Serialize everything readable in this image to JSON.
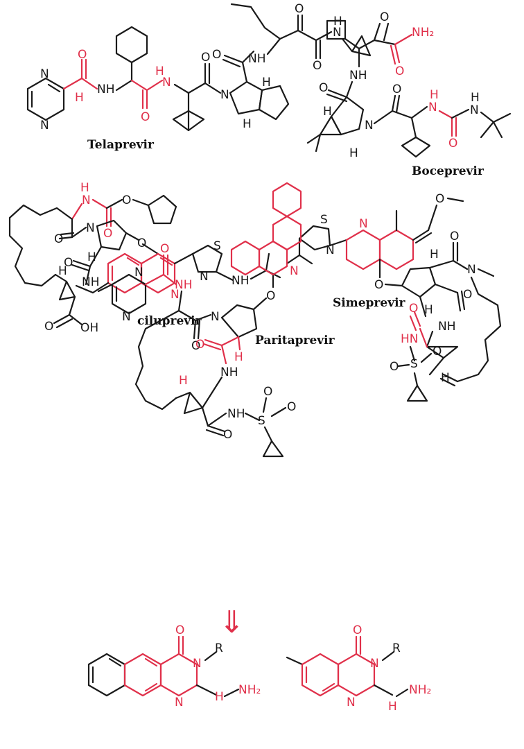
{
  "compounds": {
    "telaprevir": "Telaprevir",
    "boceprevir": "Boceprevir",
    "ciluprevir": "ciluprevir",
    "simeprevir": "Simeprevir",
    "paritaprevir": "Paritaprevir"
  },
  "atoms": {
    "N": "N",
    "NH": "NH",
    "H": "H",
    "O": "O",
    "S": "S",
    "R": "R",
    "HN": "HN",
    "OH": "OH",
    "NH2": "NH₂",
    "S_eq_O": "S"
  },
  "arrow": "⇓",
  "colors": {
    "highlight": "#e0304a",
    "bond": "#1a1a1a"
  }
}
